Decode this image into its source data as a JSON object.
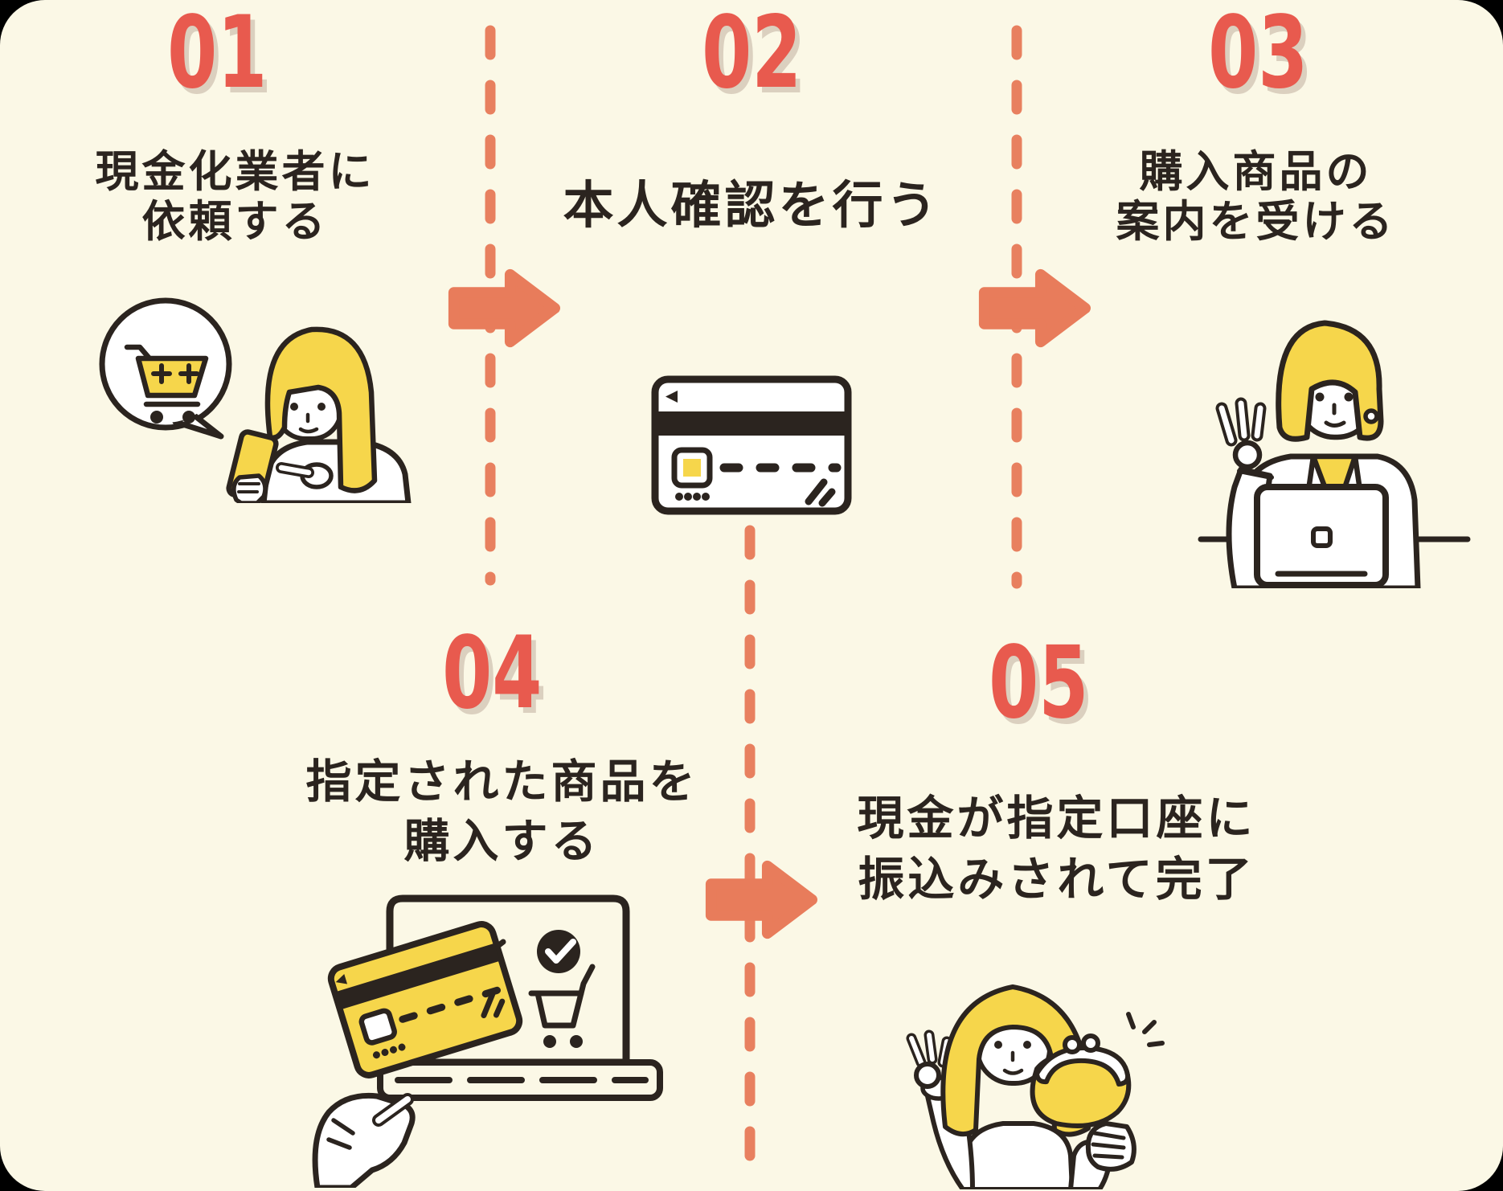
{
  "palette": {
    "background": "#FBF8E6",
    "step_number_red": "#E85A4E",
    "step_number_shadow": "#DBD0BF",
    "arrow_orange": "#E87C5B",
    "dash_orange": "#E8805F",
    "outline_dark": "#2B241F",
    "accent_yellow": "#F6D64B"
  },
  "steps": [
    {
      "number": "01",
      "title_lines": [
        "現金化業者に",
        "依頼する"
      ],
      "illustration": "woman-ordering-on-phone-with-cart-bubble"
    },
    {
      "number": "02",
      "title_lines": [
        "本人確認を行う"
      ],
      "illustration": "credit-card"
    },
    {
      "number": "03",
      "title_lines": [
        "購入商品の",
        "案内を受ける"
      ],
      "illustration": "staff-at-laptop-ok-sign"
    },
    {
      "number": "04",
      "title_lines": [
        "指定された商品を",
        "購入する"
      ],
      "illustration": "hand-with-card-buying-online"
    },
    {
      "number": "05",
      "title_lines": [
        "現金が指定口座に",
        "振込みされて完了"
      ],
      "illustration": "woman-with-coin-purse-ok-sign"
    }
  ]
}
